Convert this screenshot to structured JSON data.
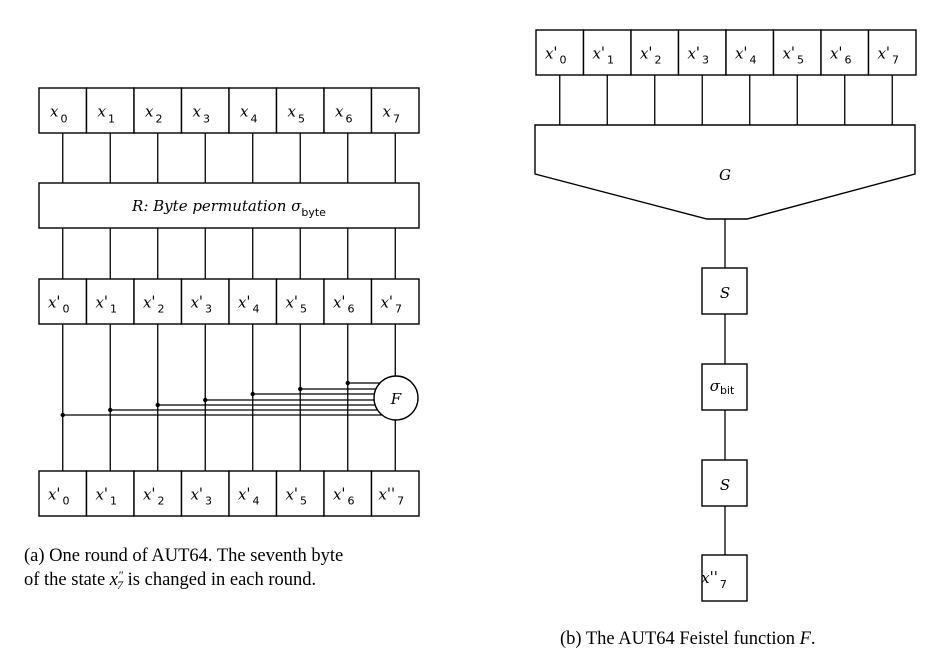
{
  "left": {
    "top_row": [
      {
        "base": "x",
        "prime": "",
        "sub": "0"
      },
      {
        "base": "x",
        "prime": "",
        "sub": "1"
      },
      {
        "base": "x",
        "prime": "",
        "sub": "2"
      },
      {
        "base": "x",
        "prime": "",
        "sub": "3"
      },
      {
        "base": "x",
        "prime": "",
        "sub": "4"
      },
      {
        "base": "x",
        "prime": "",
        "sub": "5"
      },
      {
        "base": "x",
        "prime": "",
        "sub": "6"
      },
      {
        "base": "x",
        "prime": "",
        "sub": "7"
      }
    ],
    "permutation": {
      "prefix": "R: Byte permutation ",
      "symbol": "σ",
      "sub": "byte"
    },
    "mid_row": [
      {
        "base": "x",
        "prime": "'",
        "sub": "0"
      },
      {
        "base": "x",
        "prime": "'",
        "sub": "1"
      },
      {
        "base": "x",
        "prime": "'",
        "sub": "2"
      },
      {
        "base": "x",
        "prime": "'",
        "sub": "3"
      },
      {
        "base": "x",
        "prime": "'",
        "sub": "4"
      },
      {
        "base": "x",
        "prime": "'",
        "sub": "5"
      },
      {
        "base": "x",
        "prime": "'",
        "sub": "6"
      },
      {
        "base": "x",
        "prime": "'",
        "sub": "7"
      }
    ],
    "feistel_label": "F",
    "bottom_row": [
      {
        "base": "x",
        "prime": "'",
        "sub": "0"
      },
      {
        "base": "x",
        "prime": "'",
        "sub": "1"
      },
      {
        "base": "x",
        "prime": "'",
        "sub": "2"
      },
      {
        "base": "x",
        "prime": "'",
        "sub": "3"
      },
      {
        "base": "x",
        "prime": "'",
        "sub": "4"
      },
      {
        "base": "x",
        "prime": "'",
        "sub": "5"
      },
      {
        "base": "x",
        "prime": "'",
        "sub": "6"
      },
      {
        "base": "x",
        "prime": "''",
        "sub": "7"
      }
    ],
    "caption_line1": "(a) One round of AUT64. The seventh byte",
    "caption_line2_pre": "of the state ",
    "caption_var": "x",
    "caption_var_prime": "″",
    "caption_var_sub": "7",
    "caption_line2_post": " is changed in each round."
  },
  "right": {
    "top_row": [
      {
        "base": "x",
        "prime": "'",
        "sub": "0"
      },
      {
        "base": "x",
        "prime": "'",
        "sub": "1"
      },
      {
        "base": "x",
        "prime": "'",
        "sub": "2"
      },
      {
        "base": "x",
        "prime": "'",
        "sub": "3"
      },
      {
        "base": "x",
        "prime": "'",
        "sub": "4"
      },
      {
        "base": "x",
        "prime": "'",
        "sub": "5"
      },
      {
        "base": "x",
        "prime": "'",
        "sub": "6"
      },
      {
        "base": "x",
        "prime": "'",
        "sub": "7"
      }
    ],
    "g_label": "G",
    "s1_label": "S",
    "sigma_symbol": "σ",
    "sigma_sub": "bit",
    "s2_label": "S",
    "output": {
      "base": "x",
      "prime": "''",
      "sub": "7"
    },
    "caption_pre": "(b) The AUT64 Feistel function ",
    "caption_var": "F",
    "caption_post": "."
  }
}
